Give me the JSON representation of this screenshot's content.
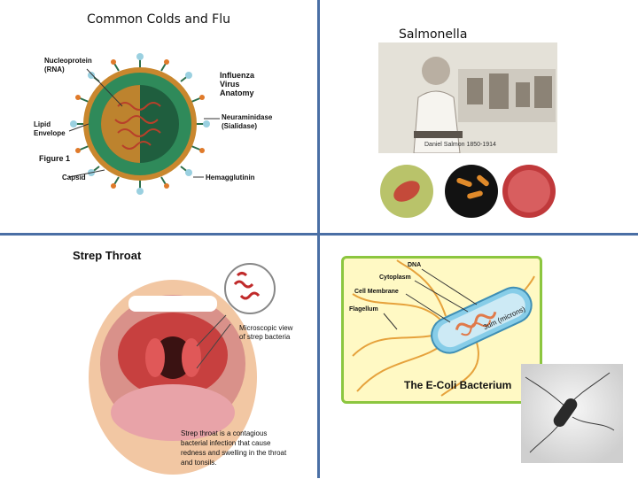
{
  "quadrants": {
    "top_left": {
      "title": "Common Colds and Flu",
      "figure": {
        "nucleoprotein": "Nucleoprotein (RNA)",
        "heading": "Influenza Virus Anatomy",
        "lipid": "Lipid Envelope",
        "neuraminidase": "Neuraminidase (Sialidase)",
        "figure_label": "Figure 1",
        "capsid": "Capsid",
        "hemagglutinin": "Hemagglutinin"
      }
    },
    "top_right": {
      "title": "Salmonella",
      "photo_caption": "Daniel Salmon 1850-1914"
    },
    "bottom_left": {
      "title": "Strep Throat",
      "callout": "Microscopic view of strep bacteria",
      "caption": "Strep throat is a contagious bacterial infection that cause redness and swelling in the throat and tonsils."
    },
    "bottom_right": {
      "labels": {
        "dna": "DNA",
        "cytoplasm": "Cytoplasm",
        "cell_membrane": "Cell Membrane",
        "flagellum": "Flagellum",
        "size": "3um (microns)"
      },
      "title": "The E-Coli Bacterium"
    }
  },
  "colors": {
    "divider": "#4a6fa5",
    "virus_green": "#2f8a5a",
    "virus_orange": "#d98a2b",
    "ecoli_border": "#8cc63f",
    "ecoli_bg": "#fff9c4"
  }
}
